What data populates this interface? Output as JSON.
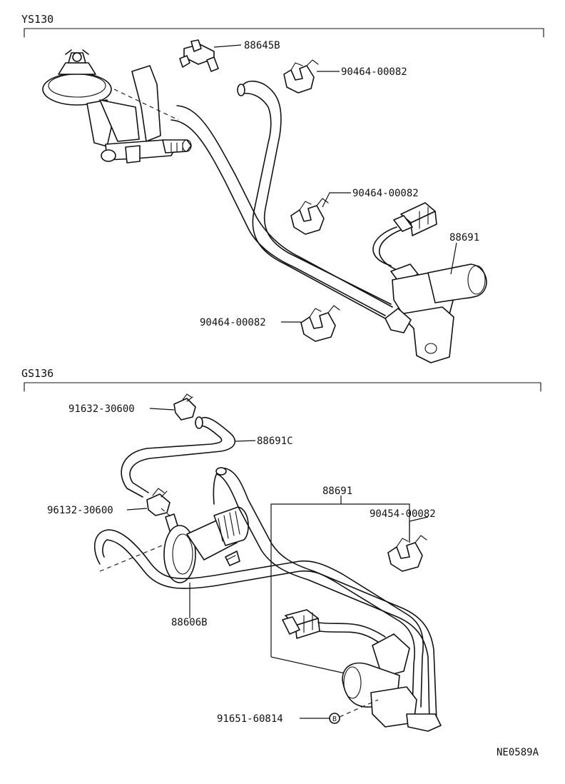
{
  "sections": {
    "top": {
      "title": "YS130"
    },
    "bottom": {
      "title": "GS136"
    }
  },
  "labels": {
    "l_88645b": "88645B",
    "l_90464_a": "90464-00082",
    "l_90464_b": "90464-00082",
    "l_88691_top": "88691",
    "l_90464_c": "90464-00082",
    "l_91632": "91632-30600",
    "l_88691c": "88691C",
    "l_88691_bot": "88691",
    "l_96132": "96132-30600",
    "l_90454": "90454-00082",
    "l_88606b": "88606B",
    "l_91651": "91651-60814",
    "b_marker": "B"
  },
  "footer": {
    "code": "NE0589A"
  }
}
